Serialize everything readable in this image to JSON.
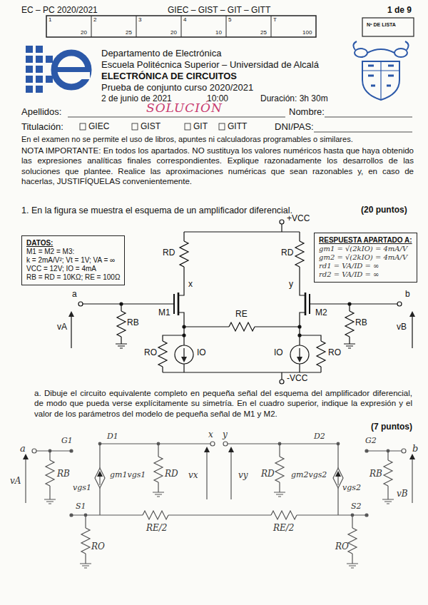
{
  "diagram": {
    "nodes": [
      {
        "text": [
          "DATOS:",
          "M1 = M2 = M3:",
          "k = 2mA/V²; Vt = 1V; VA = ∞",
          "VCC = 12V; IO = 4mA",
          "RB = RD = 10KΩ; RE = 100Ω"
        ]
      },
      {
        "text": [
          "RESPUESTA APARTADO A:",
          "gm1 = √(2kIO) = 4mA/V",
          "gm2 = √(2kIO) = 4mA/V",
          "rd1 = VA/ID = ∞",
          "rd2 = VA/ID = ∞"
        ]
      }
    ],
    "labels": [
      "EC – PC 2020/2021",
      "GIEC – GIST – GIT – GITT",
      "1 de 9",
      "1",
      "20",
      "2",
      "25",
      "3",
      "20",
      "4",
      "10",
      "5",
      "25",
      "T",
      "100",
      "Nº DE LISTA",
      "Departamento de Electrónica",
      "Escuela Politécnica Superior – Universidad de Alcalá",
      "ELECTRÓNICA DE CIRCUITOS",
      "Prueba de conjunto curso 2020/2021",
      "2 de junio de 2021",
      "10:00",
      "Duración: 3h 30m",
      "Apellidos:",
      "SOLUCIÓN",
      "Nombre:",
      "Titulación:",
      "GIEC",
      "GIST",
      "GIT",
      "GITT",
      "DNI/PAS:",
      "En el examen no se permite el uso de libros, apuntes ni calculadoras programables o similares.",
      "NOTA IMPORTANTE: En todos los apartados. NO sustituya los valores numéricos hasta que haya obtenido las expresiones analíticas finales correspondientes. Explique razonadamente los desarrollos de las soluciones que plantee. Realice las aproximaciones numéricas que sean razonables y, en caso de hacerlas, JUSTIFÍQUELAS convenientemente.",
      "1. En la figura se muestra el esquema de un amplificador diferencial.",
      "(20 puntos)",
      "+VCC",
      "RD",
      "RD",
      "x",
      "y",
      "M1",
      "M2",
      "RE",
      "a",
      "b",
      "vA",
      "vB",
      "RB",
      "RB",
      "RO",
      "IO",
      "IO",
      "RO",
      "-VCC",
      "a. Dibuje el circuito equivalente completo en pequeña señal del esquema del amplificador diferencial, de modo que pueda verse explícitamente su simetría. En el cuadro superior, indique la expresión y el valor de los parámetros del modelo de pequeña señal de M1 y M2.",
      "(7 puntos)",
      "a",
      "G1",
      "D1",
      "x",
      "vA",
      "RB",
      "vgs1",
      "gm1vgs1",
      "RD",
      "vx",
      "S1",
      "RO",
      "RE/2",
      "RE/2",
      "RO",
      "y",
      "D2",
      "vy",
      "RD",
      "gm2vgs2",
      "G2",
      "b",
      "RB",
      "vB",
      "vgs2",
      "S2"
    ]
  }
}
